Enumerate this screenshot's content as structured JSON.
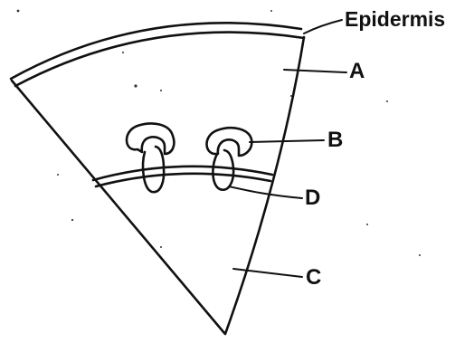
{
  "diagram": {
    "labels": {
      "epidermis": "Epidermis",
      "a": "A",
      "b": "B",
      "c": "C",
      "d": "D"
    },
    "colors": {
      "ink": "#111111",
      "background": "#ffffff"
    }
  }
}
